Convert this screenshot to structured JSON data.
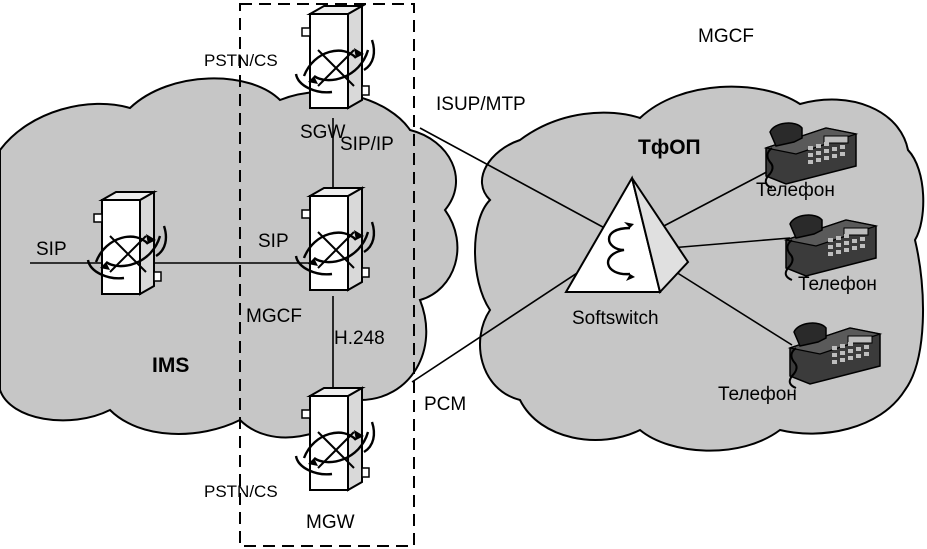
{
  "labels": {
    "top_mgcf": "MGCF",
    "pstn_cs_top": "PSTN/CS",
    "sgw": "SGW",
    "sip_ip": "SIP/IP",
    "isup_mtp": "ISUP/MTP",
    "tfop": "ТфОП",
    "sip_left": "SIP",
    "sip_mgcf": "SIP",
    "mgcf": "MGCF",
    "h248": "H.248",
    "ims": "IMS",
    "softswitch": "Softswitch",
    "pcm": "PCM",
    "pstn_cs_bottom": "PSTN/CS",
    "mgw": "MGW",
    "phone_1": "Телефон",
    "phone_2": "Телефон",
    "phone_3": "Телефон"
  },
  "icons": [
    "switch-node-icon",
    "softswitch-pyramid-icon",
    "telephone-icon"
  ]
}
